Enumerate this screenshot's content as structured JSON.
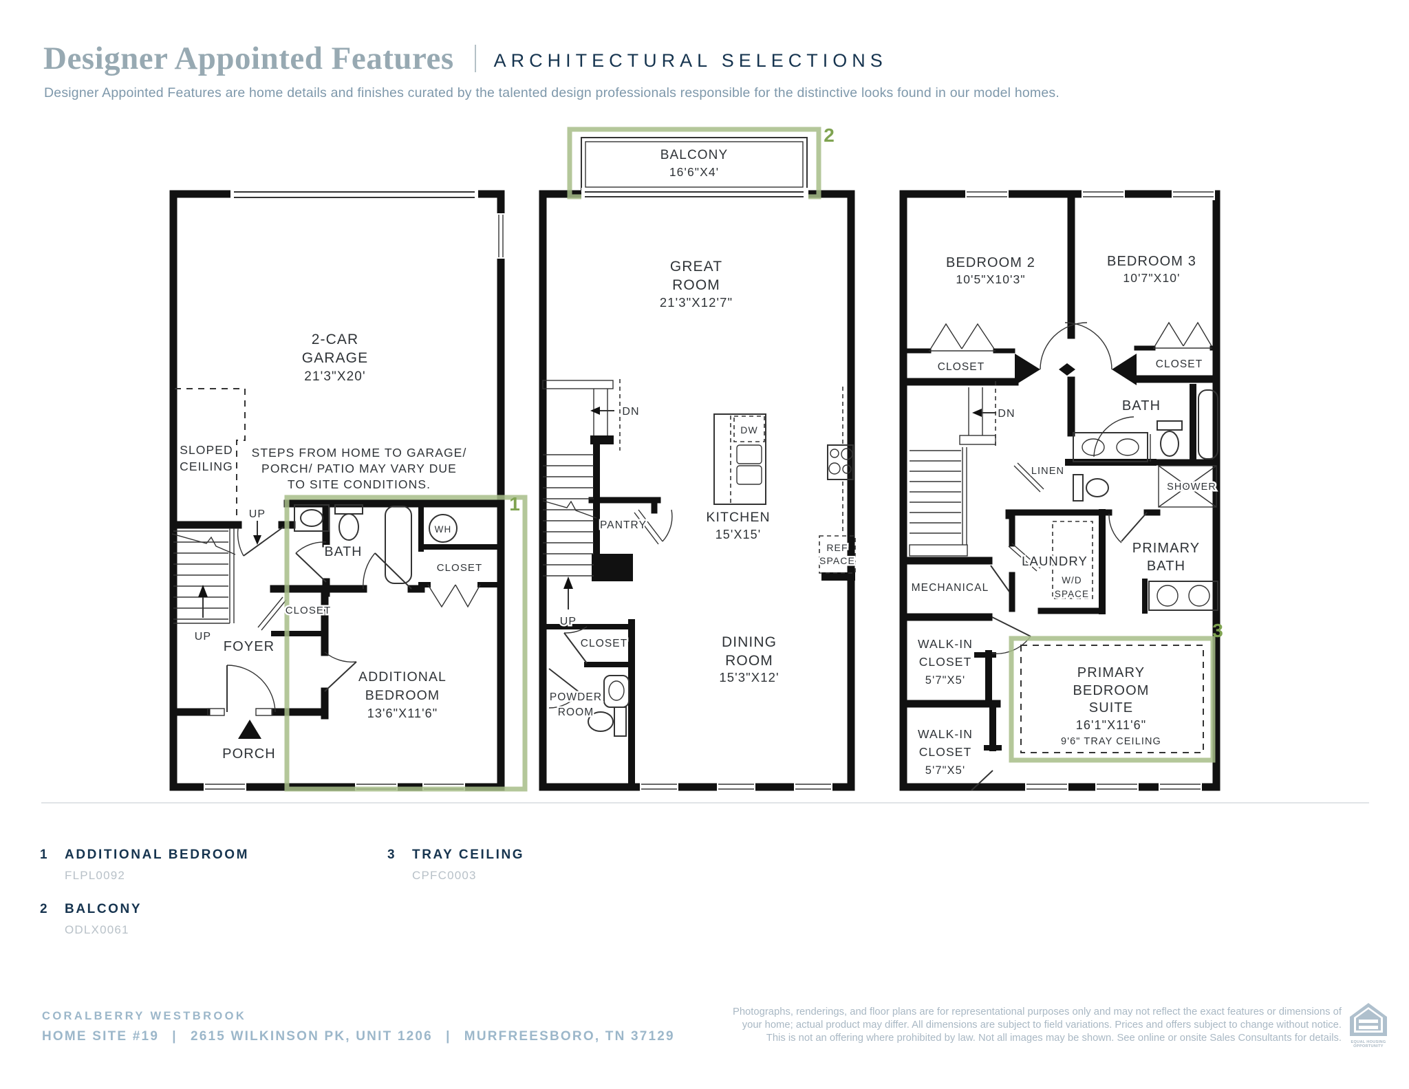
{
  "header": {
    "title": "Designer Appointed Features",
    "section": "ARCHITECTURAL SELECTIONS",
    "subtitle": "Designer Appointed Features are home details and finishes curated by the talented design professionals responsible for the distinctive looks found in our model homes."
  },
  "floor1": {
    "garage_l1": "2-CAR",
    "garage_l2": "GARAGE",
    "garage_l3": "21'3\"X20'",
    "sloped_l1": "SLOPED",
    "sloped_l2": "CEILING",
    "note_l1": "STEPS FROM HOME TO GARAGE/",
    "note_l2": "PORCH/ PATIO MAY VARY DUE",
    "note_l3": "TO SITE CONDITIONS.",
    "up_top": "UP",
    "up_stairs": "UP",
    "bath": "BATH",
    "wh": "WH",
    "closet_foyer": "CLOSET",
    "closet_bedroom": "CLOSET",
    "foyer": "FOYER",
    "porch": "PORCH",
    "bed_l1": "ADDITIONAL",
    "bed_l2": "BEDROOM",
    "bed_l3": "13'6\"X11'6\"",
    "marker": "1"
  },
  "floor2": {
    "balcony_l1": "BALCONY",
    "balcony_l2": "16'6\"X4'",
    "marker": "2",
    "great_l1": "GREAT",
    "great_l2": "ROOM",
    "great_l3": "21'3\"X12'7\"",
    "dn": "DN",
    "up": "UP",
    "pantry": "PANTRY",
    "dw": "DW",
    "kitchen_l1": "KITCHEN",
    "kitchen_l2": "15'X15'",
    "ref_l1": "REF",
    "ref_l2": "SPACE",
    "dining_l1": "DINING",
    "dining_l2": "ROOM",
    "dining_l3": "15'3\"X12'",
    "closet": "CLOSET",
    "powder_l1": "POWDER",
    "powder_l2": "ROOM"
  },
  "floor3": {
    "bed2_l1": "BEDROOM 2",
    "bed2_l2": "10'5\"X10'3\"",
    "bed3_l1": "BEDROOM 3",
    "bed3_l2": "10'7\"X10'",
    "closet2": "CLOSET",
    "closet3": "CLOSET",
    "dn": "DN",
    "bath": "BATH",
    "linen": "LINEN",
    "shower": "SHOWER",
    "mechanical": "MECHANICAL",
    "laundry": "LAUNDRY",
    "wd_l1": "W/D",
    "wd_l2": "SPACE",
    "pbath_l1": "PRIMARY",
    "pbath_l2": "BATH",
    "wic1_l1": "WALK-IN",
    "wic1_l2": "CLOSET",
    "wic1_l3": "5'7\"X5'",
    "wic2_l1": "WALK-IN",
    "wic2_l2": "CLOSET",
    "wic2_l3": "5'7\"X5'",
    "suite_l1": "PRIMARY",
    "suite_l2": "BEDROOM",
    "suite_l3": "SUITE",
    "suite_l4": "16'1\"X11'6\"",
    "suite_l5": "9'6\" TRAY CEILING",
    "marker": "3"
  },
  "legend": {
    "items": [
      {
        "num": "1",
        "label": "ADDITIONAL BEDROOM",
        "code": "FLPL0092"
      },
      {
        "num": "2",
        "label": "BALCONY",
        "code": "ODLX0061"
      },
      {
        "num": "3",
        "label": "TRAY CEILING",
        "code": "CPFC0003"
      }
    ]
  },
  "footer": {
    "community": "CORALBERRY WESTBROOK",
    "address": "HOME SITE #19  |  2615 WILKINSON PK, UNIT 1206  |  MURFREESBORO, TN 37129",
    "disclaimer_l1": "Photographs, renderings, and floor plans are for representational purposes only and may not reflect the exact features or dimensions of",
    "disclaimer_l2": "your home; actual product may differ. All dimensions are subject to field variations. Prices and offers subject to change without notice.",
    "disclaimer_l3": "This is not an offering where prohibited by law. Not all images may be shown. See online or onsite Sales Consultants for details.",
    "equal_housing": "EQUAL HOUSING OPPORTUNITY"
  },
  "colors": {
    "accent_green": "#a7bd88",
    "marker_green": "#7fa351",
    "navy": "#16344f",
    "heading_gray": "#97a9b2",
    "footer_blue": "#9cb7ca",
    "code_gray": "#b8c1c8"
  }
}
